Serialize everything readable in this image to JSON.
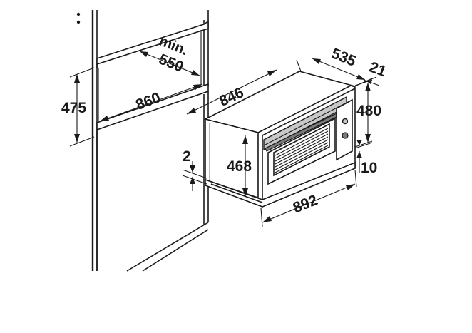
{
  "dimensions": {
    "cabinet_height": "475",
    "cabinet_width": "860",
    "cabinet_depth_min_prefix": "min.",
    "cabinet_depth_min": "550",
    "oven_width_top": "846",
    "oven_depth": "535",
    "oven_front_thickness": "21",
    "oven_front_height": "480",
    "oven_body_height": "468",
    "oven_front_width": "892",
    "gap_top": "2",
    "gap_bottom": "10"
  }
}
